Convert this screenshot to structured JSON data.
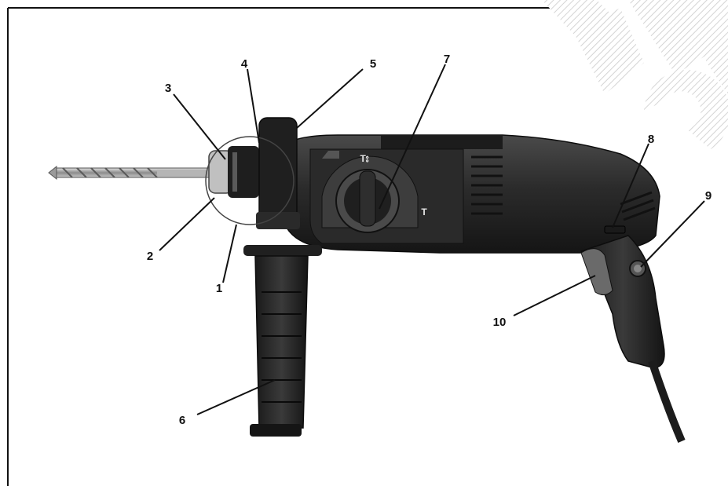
{
  "figure": {
    "callouts": [
      {
        "label": "1"
      },
      {
        "label": "2"
      },
      {
        "label": "3"
      },
      {
        "label": "4"
      },
      {
        "label": "5"
      },
      {
        "label": "6"
      },
      {
        "label": "7"
      },
      {
        "label": "8"
      },
      {
        "label": "9"
      },
      {
        "label": "10"
      }
    ],
    "mode_symbols": {
      "drill_hammer": "T⦂",
      "hammer": "T"
    }
  }
}
